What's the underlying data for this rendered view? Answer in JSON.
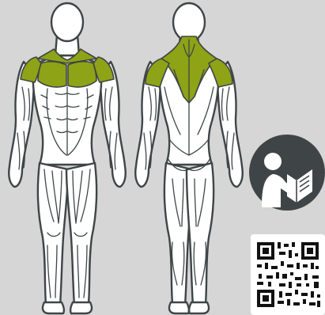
{
  "diagram": {
    "views": [
      {
        "id": "front",
        "highlighted_muscles": [
          "trapezius",
          "deltoids",
          "pectoralis-upper"
        ]
      },
      {
        "id": "back",
        "highlighted_muscles": [
          "trapezius",
          "deltoids",
          "rhomboids"
        ]
      }
    ],
    "icons": [
      "read-manual-icon",
      "qr-code-icon"
    ],
    "colors": {
      "background": "#d5d6d5",
      "body_fill": "#ffffff",
      "outline": "#3f4547",
      "highlight": "#8ea315",
      "icon": "#3f4547"
    }
  }
}
